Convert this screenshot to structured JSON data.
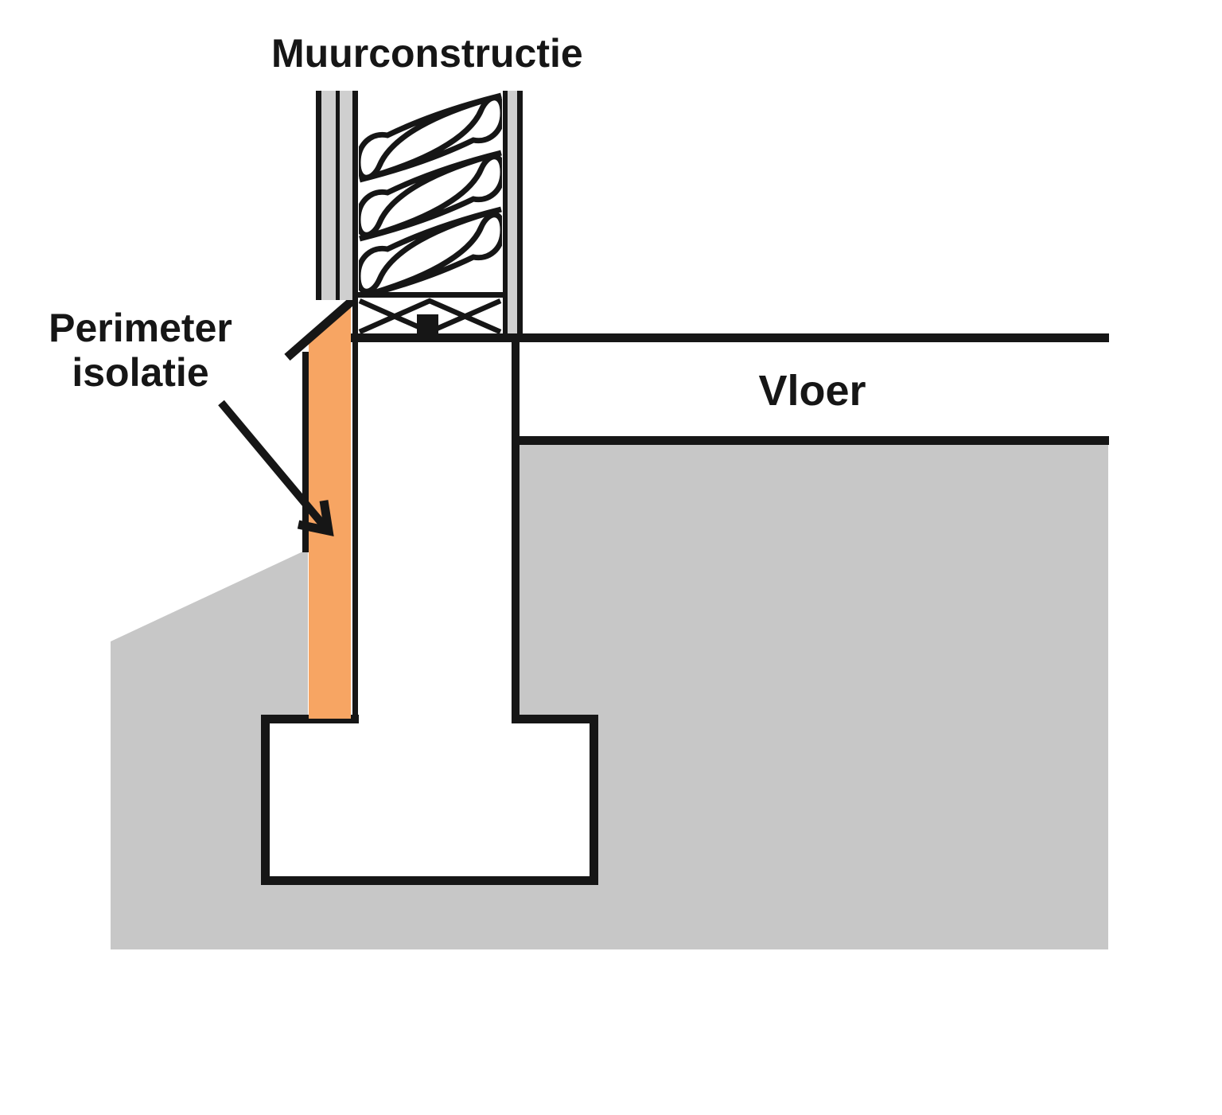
{
  "labels": {
    "wall_construction": "Muurconstructie",
    "perimeter_line1": "Perimeter",
    "perimeter_line2": "isolatie",
    "floor": "Vloer"
  },
  "colors": {
    "bg": "#ffffff",
    "ink": "#161616",
    "soil": "#c7c7c7",
    "strip": "#cfcfcf",
    "orange": "#f7a563"
  }
}
